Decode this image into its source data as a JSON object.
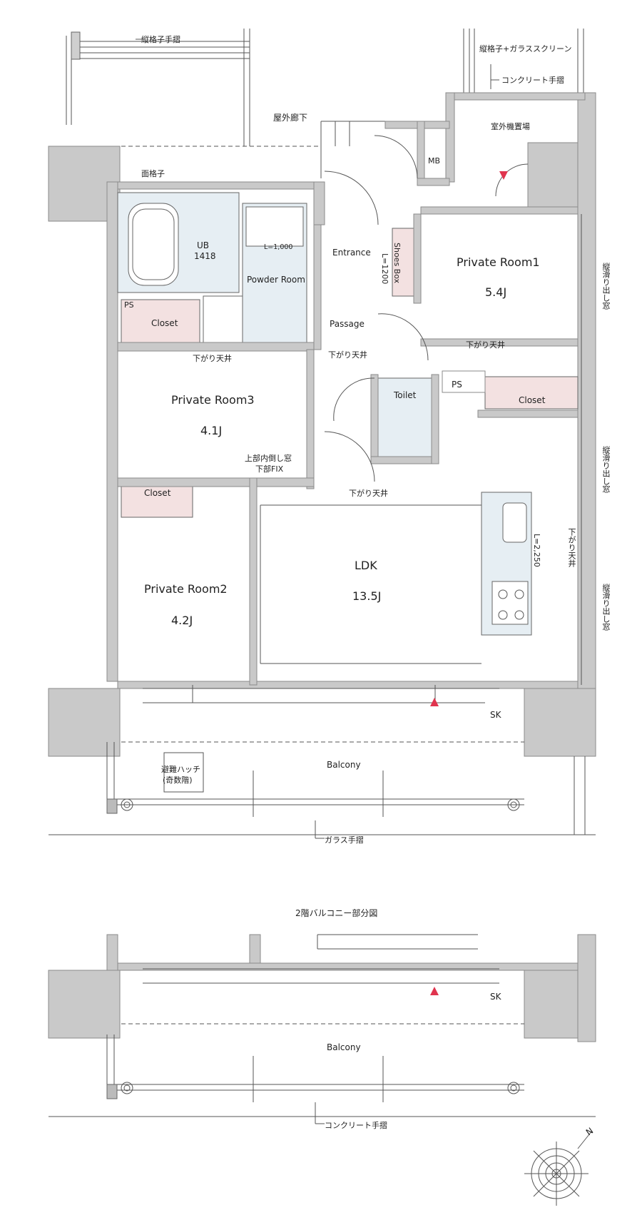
{
  "top_labels": {
    "tate_koshi": "縦格子手摺",
    "tate_koshi_glass": "縦格子+ガラススクリーン",
    "concrete_rail": "コンクリート手摺",
    "outdoor_corridor": "屋外廊下",
    "outdoor_unit": "室外機置場",
    "men_koshi": "面格子",
    "mb": "MB"
  },
  "rooms": {
    "ub": "UB",
    "ub_size": "1418",
    "powder_room": "Powder Room",
    "powder_dim": "L=1,000",
    "entrance": "Entrance",
    "entrance_dim": "L=1200",
    "shoes_box": "Shoes Box",
    "private_room1": "Private Room1",
    "private_room1_area": "5.4J",
    "ps1": "PS",
    "closet1": "Closet",
    "passage": "Passage",
    "sagari_tenjo_1": "下がり天井",
    "sagari_tenjo_2": "下がり天井",
    "sagari_tenjo_3": "下がり天井",
    "sagari_tenjo_4": "下がり天井",
    "sagari_tenjo_5": "下がり天井",
    "toilet": "Toilet",
    "ps2": "PS",
    "closet2": "Closet",
    "private_room3": "Private Room3",
    "private_room3_area": "4.1J",
    "upper_window_line1": "上部内倒し窓",
    "upper_window_line2": "下部FIX",
    "closet3": "Closet",
    "private_room2": "Private Room2",
    "private_room2_area": "4.2J",
    "ldk": "LDK",
    "ldk_area": "13.5J",
    "kitchen_dim": "L=2,250",
    "window_1": "縦滑り出し窓",
    "window_2": "縦滑り出し窓",
    "window_3": "縦滑り出し窓",
    "sk": "SK",
    "balcony": "Balcony",
    "hatch_line1": "避難ハッチ",
    "hatch_line2": "(奇数階)",
    "glass_rail": "ガラス手摺"
  },
  "second_floor": {
    "title": "2階バルコニー部分図",
    "sk": "SK",
    "balcony": "Balcony",
    "concrete_rail": "コンクリート手摺"
  },
  "compass": {
    "north": "N"
  },
  "colors": {
    "wall": "#c9c9c9",
    "wall_stroke": "#8a8a8a",
    "wet_area": "#e6eef3",
    "closet": "#f3e1e1",
    "line": "#555555",
    "accent_red": "#e0344e"
  }
}
